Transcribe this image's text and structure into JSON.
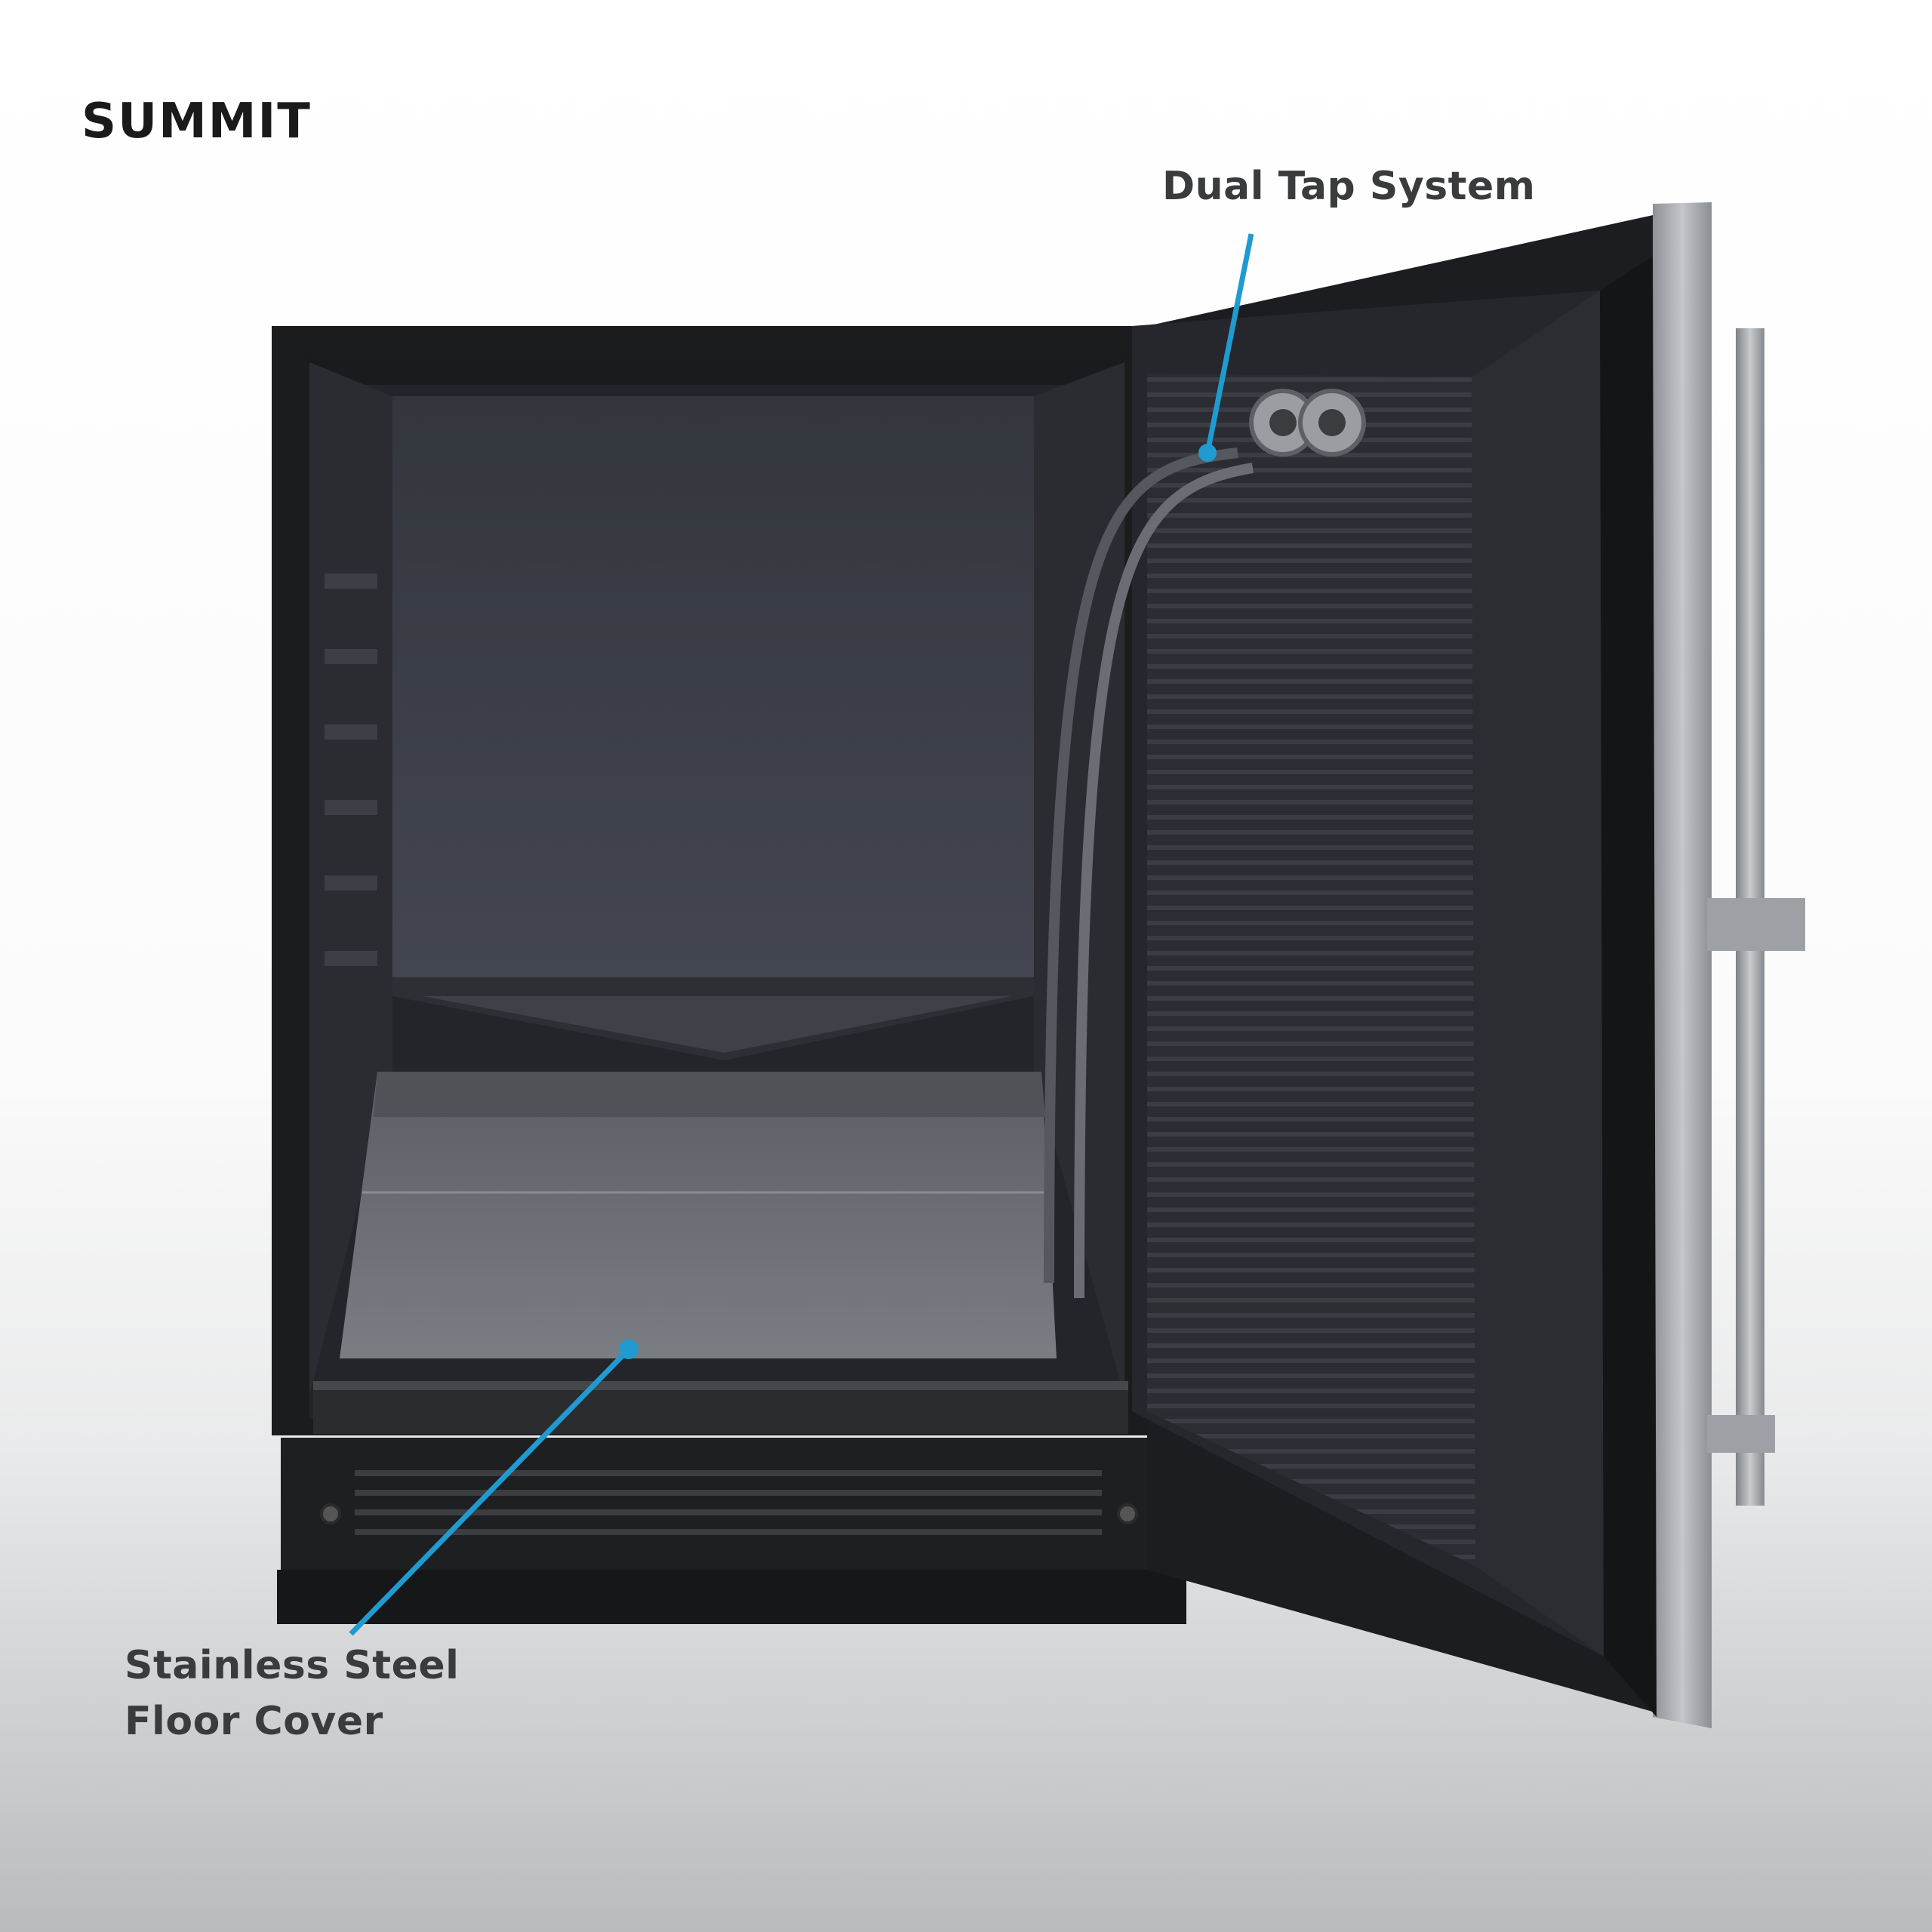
{
  "brand": {
    "logo_text": "SUMMIT"
  },
  "callouts": {
    "dual_tap": {
      "label": "Dual Tap System"
    },
    "floor_cover": {
      "line1": "Stainless Steel",
      "line2": "Floor Cover"
    }
  },
  "colors": {
    "callout_line": "#1f9bd1",
    "cabinet": "#1b1c1e",
    "interior_back": "#3a3d44",
    "door_frame": "#a6a9ae"
  }
}
